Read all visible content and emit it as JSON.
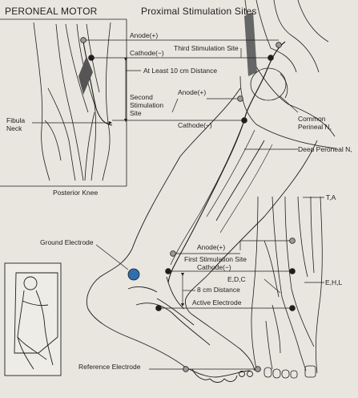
{
  "header": {
    "left_title": "PERONEAL MOTOR",
    "center_title": "Proximal Stimulation Sites"
  },
  "labels": {
    "anode_top": "Anode(+)",
    "third_site": "Third Stimulation Site",
    "cathode_top": "Cathode(−)",
    "at_least": "At Least 10 cm Distance",
    "anode_mid": "Anode(+)",
    "second_site_line1": "Second",
    "second_site_line2": "Stimulation",
    "second_site_line3": "Site",
    "cathode_mid": "Cathode(−)",
    "fibula_line1": "Fibula",
    "fibula_line2": "Neck",
    "common_line1": "Common",
    "common_line2": "Perineal N,",
    "deep_peroneal": "Deep Peroneal N,",
    "posterior_knee": "Posterior Knee",
    "ta": "T,A",
    "ground_electrode": "Ground Electrode",
    "anode_bottom": "Anode(+)",
    "first_site": "First Stimulation Site",
    "cathode_bottom": "Cathode(−)",
    "edc": "E,D,C",
    "ehl": "E,H,L",
    "eight_cm": "8 cm Distance",
    "active_electrode": "Active Electrode",
    "reference_electrode": "Reference Electrode"
  },
  "colors": {
    "background": "#e9e6df",
    "ink": "#1e1e1e",
    "ground_electrode": "#2f6fb0",
    "electrode_gray": "#9a9a9a"
  }
}
